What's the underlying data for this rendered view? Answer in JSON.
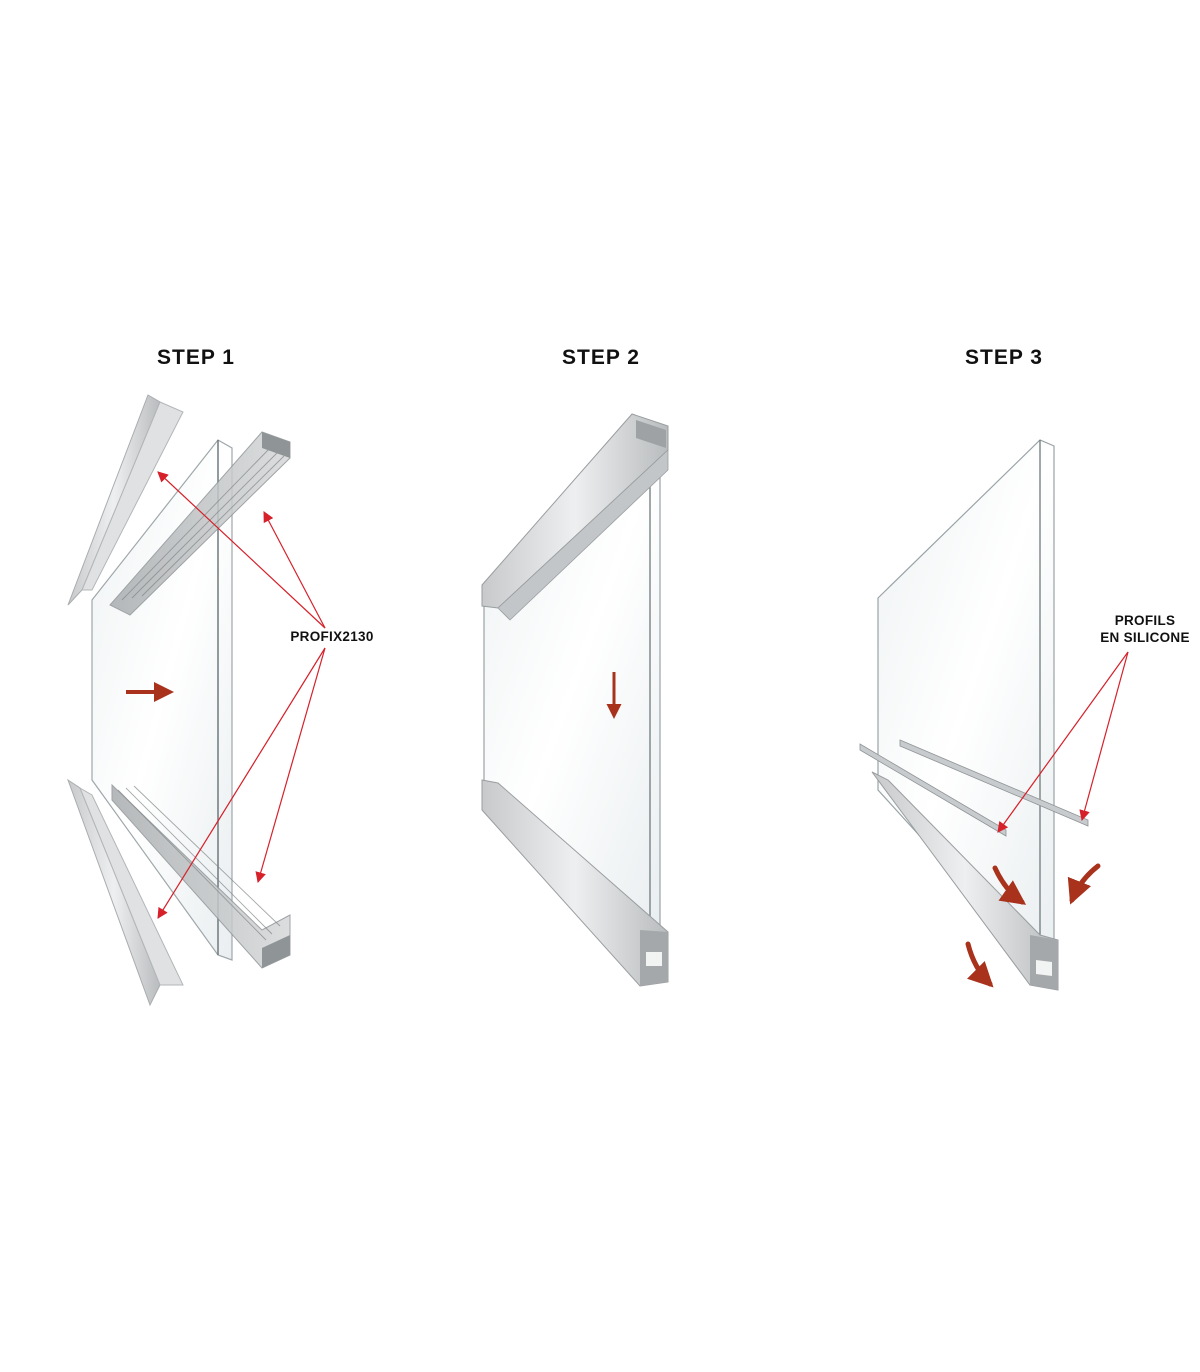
{
  "steps": [
    {
      "title": "STEP 1",
      "callout": "PROFIX2130"
    },
    {
      "title": "STEP 2"
    },
    {
      "title": "STEP 3",
      "callout": [
        "PROFILS",
        "EN SILICONE"
      ]
    }
  ],
  "colors": {
    "arrow_red": "#a8321c",
    "leader_red": "#d6202a",
    "aluminium": "#d9dbdc",
    "glass_edge": "#9aa3a6",
    "text": "#111111"
  }
}
